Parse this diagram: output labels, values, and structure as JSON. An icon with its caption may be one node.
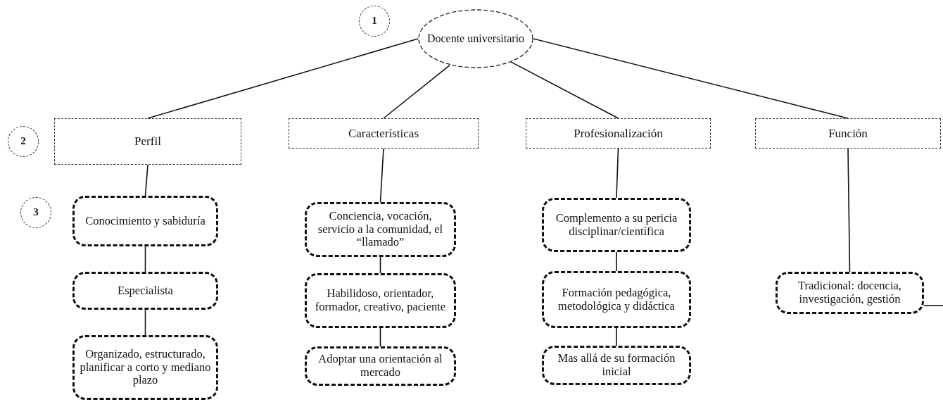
{
  "diagram": {
    "nodes": [
      {
        "text": [
          "1"
        ]
      },
      {
        "text": [
          "Docente universitario"
        ]
      },
      {
        "text": [
          "2"
        ]
      },
      {
        "text": [
          "Perfil"
        ]
      },
      {
        "text": [
          "Características"
        ]
      },
      {
        "text": [
          "Profesionalización"
        ]
      },
      {
        "text": [
          "Función"
        ]
      },
      {
        "text": [
          "3"
        ]
      },
      {
        "text": [
          "Conocimiento y sabiduría"
        ]
      },
      {
        "text": [
          "Especialista"
        ]
      },
      {
        "text": [
          "Organizado, estructurado, planificar a corto y mediano plazo"
        ]
      },
      {
        "text": [
          "Conciencia, vocación, servicio a la comunidad, el “llamado”"
        ]
      },
      {
        "text": [
          "Habilidoso, orientador, formador, creativo, paciente"
        ]
      },
      {
        "text": [
          "Adoptar una orientación al mercado"
        ]
      },
      {
        "text": [
          "Complemento a su pericia disciplinar/científica"
        ]
      },
      {
        "text": [
          "Formación pedagógica, metodológica y didáctica"
        ]
      },
      {
        "text": [
          "Mas allá de su formación inicial"
        ]
      },
      {
        "text": [
          "Tradicional: docencia, investigación, gestión"
        ]
      }
    ],
    "edges": [
      {
        "from": 1,
        "to": 3,
        "arrow": "none"
      },
      {
        "from": 1,
        "to": 4,
        "arrow": "none"
      },
      {
        "from": 1,
        "to": 5,
        "arrow": "none"
      },
      {
        "from": 1,
        "to": 6,
        "arrow": "none"
      },
      {
        "from": 3,
        "to": 8,
        "arrow": "none"
      },
      {
        "from": 8,
        "to": 9,
        "arrow": "none"
      },
      {
        "from": 9,
        "to": 10,
        "arrow": "none"
      },
      {
        "from": 4,
        "to": 11,
        "arrow": "none"
      },
      {
        "from": 11,
        "to": 12,
        "arrow": "none"
      },
      {
        "from": 12,
        "to": 13,
        "arrow": "none"
      },
      {
        "from": 5,
        "to": 14,
        "arrow": "none"
      },
      {
        "from": 14,
        "to": 15,
        "arrow": "none"
      },
      {
        "from": 15,
        "to": 16,
        "arrow": "none"
      },
      {
        "from": 6,
        "to": 17,
        "arrow": "none"
      },
      {
        "from": 17,
        "to": null,
        "arrow": "none"
      }
    ]
  }
}
